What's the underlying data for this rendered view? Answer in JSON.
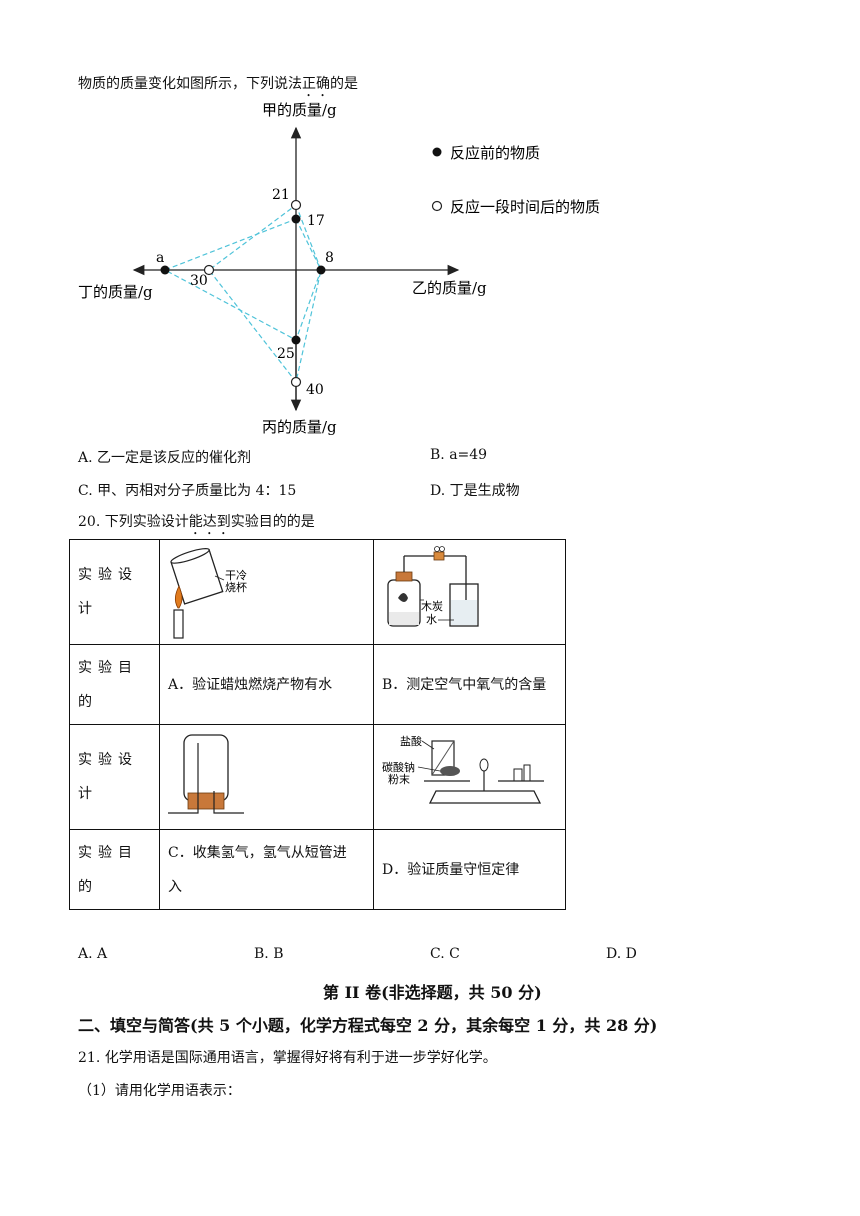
{
  "q19": {
    "stem_prefix": "物质的质量变化如图所示，下列说法",
    "stem_emph": "正确",
    "stem_suffix": "的是",
    "chart": {
      "axis_top": "甲的质量/g",
      "axis_right": "乙的质量/g",
      "axis_bottom": "丙的质量/g",
      "axis_left": "丁的质量/g",
      "legend_before": "反应前的物质",
      "legend_after": "反应一段时间后的物质",
      "labels": {
        "jia_after": "21",
        "jia_before": "17",
        "yi": "8",
        "ding_before": "a",
        "ding_after": "30",
        "bing_before": "25",
        "bing_after": "40"
      }
    },
    "options": {
      "A": "A.  乙一定是该反应的催化剂",
      "B": "B. a=49",
      "C": "C.  甲、丙相对分子质量比为 4：15",
      "D": "D.  丁是生成物"
    }
  },
  "q20": {
    "stem_prefix": "20.  下列实验设计",
    "stem_emph": "能达到",
    "stem_suffix": "实验目的的是",
    "row_design": "实验设计",
    "row_purpose": "实验目的",
    "img_labels": {
      "beaker": [
        "干冷",
        "烧杯"
      ],
      "charcoal": "木炭",
      "water": "水",
      "acid": "盐酸",
      "soda": [
        "碳酸钠",
        "粉末"
      ]
    },
    "purposeA": "A．验证蜡烛燃烧产物有水",
    "purposeB": "B．测定空气中氧气的含量",
    "purposeC_1": "C．收集氢气，氢气从短管进",
    "purposeC_2": "入",
    "purposeD": "D．验证质量守恒定律",
    "answers": {
      "A": "A. A",
      "B": "B. B",
      "C": "C. C",
      "D": "D. D"
    }
  },
  "section2": {
    "title": "第 II 卷(非选择题，共 50 分)",
    "heading": "二、填空与简答(共 5 个小题，化学方程式每空 2 分，其余每空 1 分，共 28 分)",
    "q21": "21.  化学用语是国际通用语言，掌握得好将有利于进一步学好化学。",
    "q21_1": "（1）请用化学用语表示："
  }
}
